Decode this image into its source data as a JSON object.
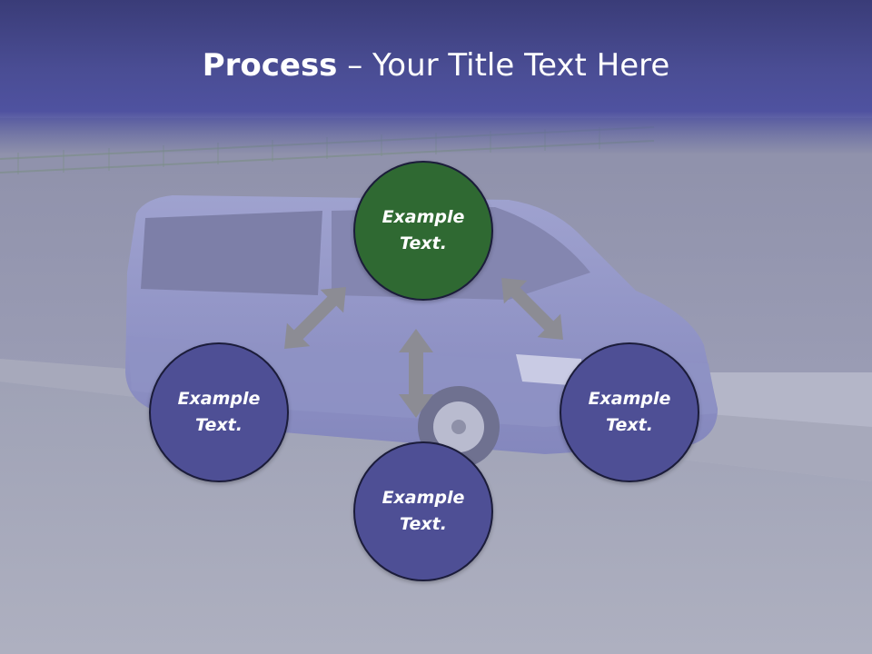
{
  "slide": {
    "title_bold": "Process",
    "title_rest": " – Your Title Text Here"
  },
  "nodes": {
    "top": "Example Text.",
    "left": "Example Text.",
    "right": "Example Text.",
    "bottom": "Example Text."
  },
  "colors": {
    "header": "#4a4d94",
    "node_blue": "#4e4f95",
    "node_green": "#2f6932",
    "arrow": "#8c8c94"
  },
  "icons": {
    "arrows": "double-headed-arrow"
  }
}
